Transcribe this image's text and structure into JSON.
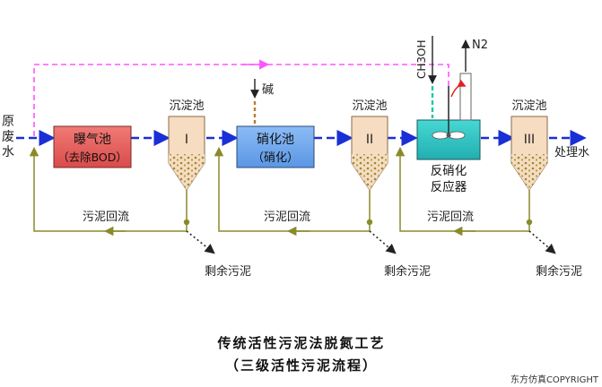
{
  "labels": {
    "raw_water": [
      "原",
      "废",
      "水"
    ],
    "treated_water": "处理水",
    "aeration_tank": [
      "曝气池",
      "（去除BOD）"
    ],
    "nitrification_tank": [
      "硝化池",
      "（硝化）"
    ],
    "denitrification_reactor": [
      "反硝化",
      "反应器"
    ],
    "settling_tank": "沉淀池",
    "clarifier_numerals": [
      "I",
      "II",
      "III"
    ],
    "alkali": "碱",
    "methanol": "CH3OH",
    "nitrogen": "N2",
    "sludge_return": "污泥回流",
    "excess_sludge": "剩余污泥"
  },
  "title": "传统活性污泥法脱氮工艺",
  "subtitle": "（三级活性污泥流程）",
  "credit": "东方仿真COPYRIGHT",
  "colors": {
    "main_flow": "#1a2fd6",
    "bypass": "#ff55ff",
    "sludge_line": "#8a8a2a",
    "aeration_tank_fill": "#e8605e",
    "nitrification_fill": "#6fa8f0",
    "reactor_fill": "#2ec4c4",
    "clarifier_fill": "#f6dcc0",
    "alkali_line": "#c07a30",
    "methanol_line": "#19c9a8"
  },
  "icons": [
    "flow-arrow-icon",
    "mixer-icon",
    "gas-bubble-icon"
  ]
}
